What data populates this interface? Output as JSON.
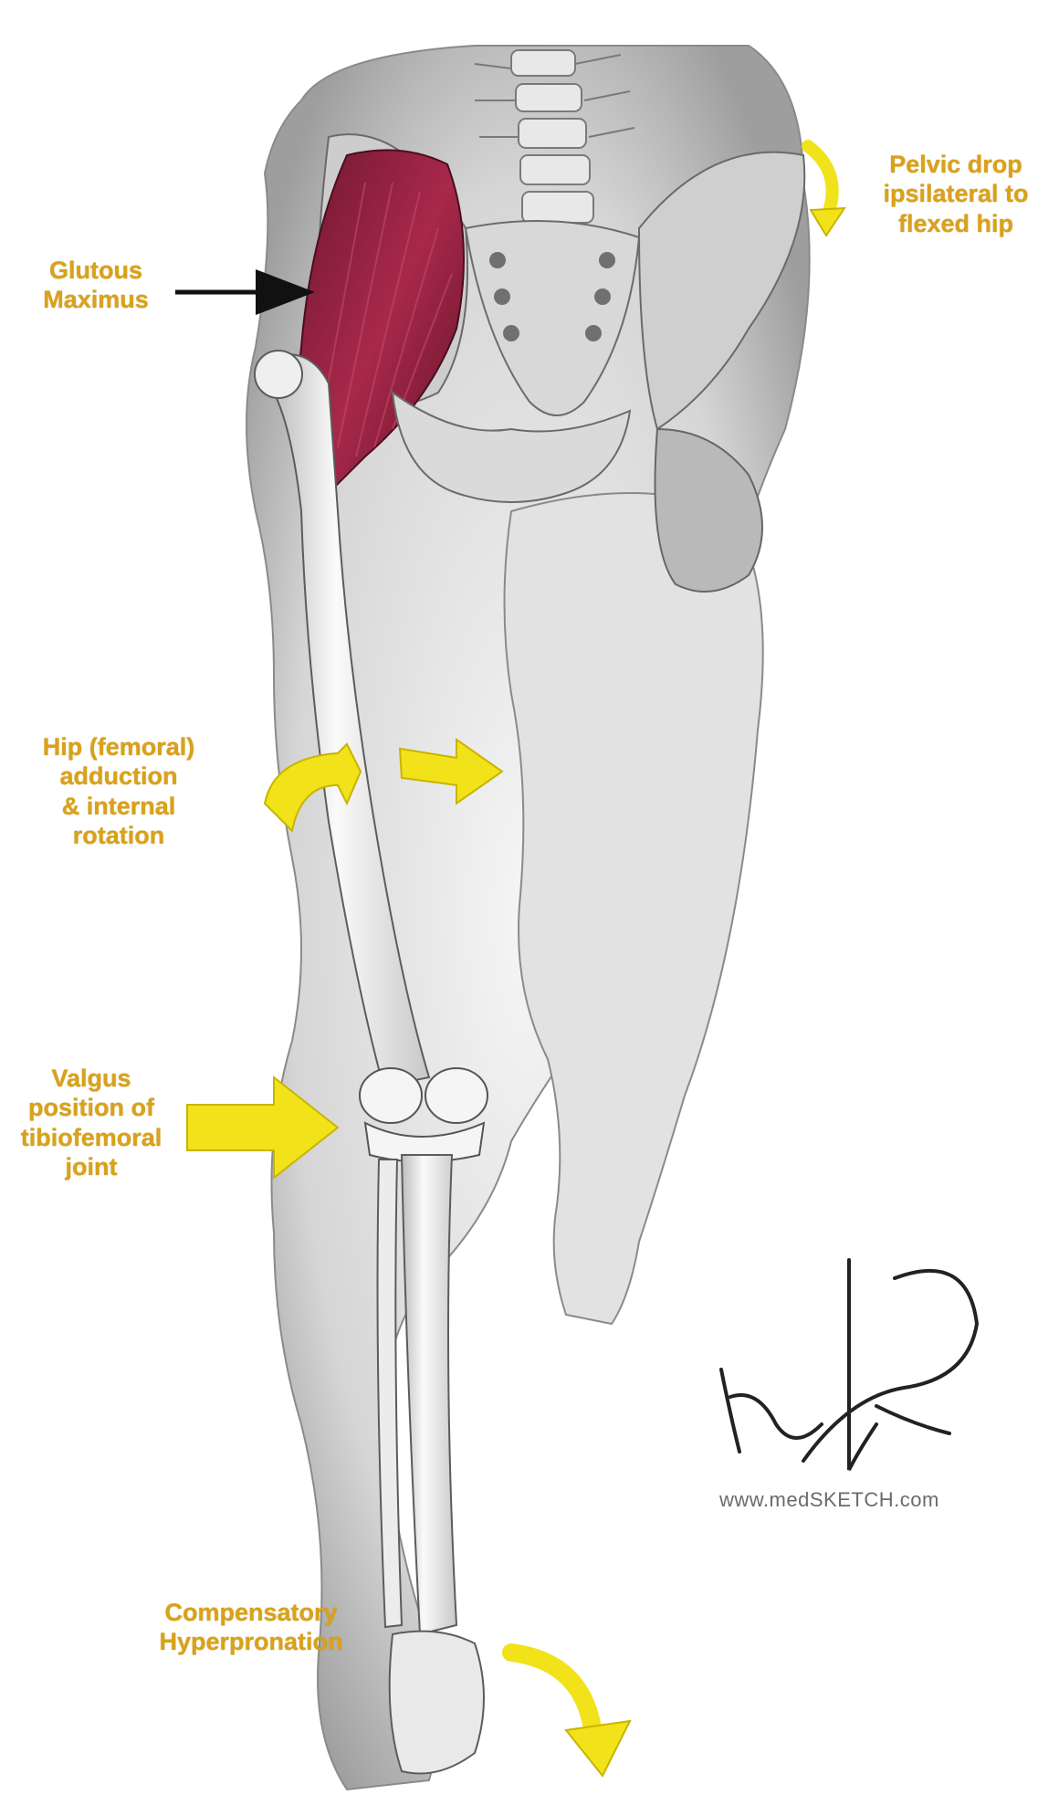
{
  "labels": {
    "gluteus": [
      "Glutous",
      "Maximus"
    ],
    "pelvic_drop": [
      "Pelvic drop",
      "ipsilateral to",
      "flexed hip"
    ],
    "hip_adduction": [
      "Hip (femoral)",
      "adduction",
      "& internal",
      "rotation"
    ],
    "valgus": [
      "Valgus",
      "position of",
      "tibiofemoral",
      "joint"
    ],
    "hyperpronation": [
      "Compensatory",
      "Hyperpronation"
    ]
  },
  "watermark": "www.medSKETCH.com",
  "signature": "artist signature",
  "colors": {
    "label_text": "#d9a21a",
    "arrow_yellow": "#f2e21a",
    "muscle_red": "#8e1f3a",
    "bone": "#f3f3f3",
    "shading": "#8c8c8c"
  }
}
